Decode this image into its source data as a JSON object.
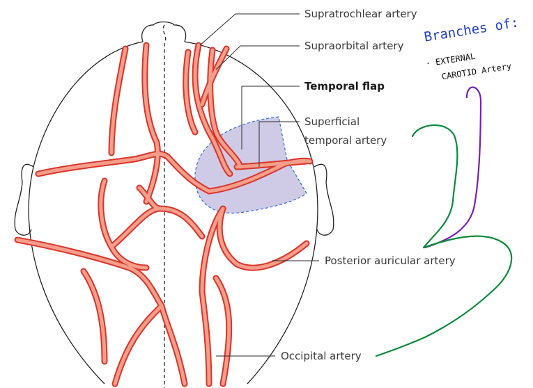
{
  "colors": {
    "artery_fill": "#f59e8a",
    "artery_outline": "#d9342b",
    "flap_fill": "#cfcbe6",
    "flap_outline": "#2f6fd6",
    "leader_line": "#2a2a2a",
    "handwriting_blue": "#1f3fc4",
    "handwriting_black": "#111111",
    "ink_green": "#0a8a3c",
    "ink_purple": "#7a1fb3"
  },
  "labels": {
    "supratrochlear": "Supratrochlear artery",
    "supraorbital": "Supraorbital artery",
    "temporal_flap": "Temporal flap",
    "superficial_temporal_line1": "Superficial",
    "superficial_temporal_line2": "temporal artery",
    "posterior_auricular": "Posterior auricular artery",
    "occipital": "Occipital artery"
  },
  "handwritten_note": {
    "heading": "Branches of:",
    "line1": "· EXTERNAL",
    "line2": "CAROTID Artery"
  },
  "icons": {
    "head_outline": "skull-top-view-outline",
    "midline": "dashed-midline"
  }
}
